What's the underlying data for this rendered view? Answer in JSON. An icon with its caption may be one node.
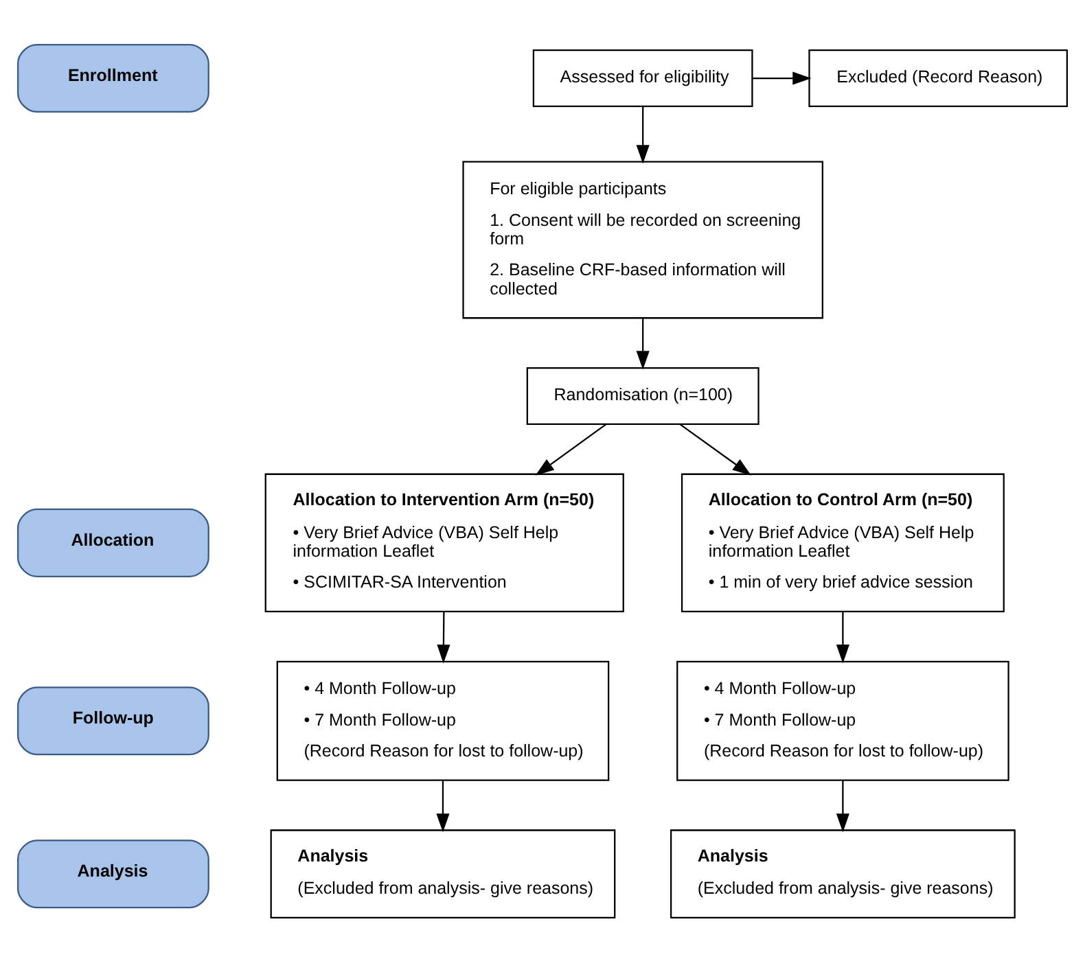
{
  "diagram": {
    "nodes": [
      {
        "text": [
          "Enrollment"
        ]
      },
      {
        "text": [
          "Assessed for eligibility"
        ]
      },
      {
        "text": [
          "Excluded (Record Reason)"
        ]
      },
      {
        "text": [
          "For eligible participants",
          "1. Consent will be recorded on screening form",
          "2. Baseline CRF-based information will collected"
        ]
      },
      {
        "text": [
          "Randomisation (n=100)"
        ]
      },
      {
        "text": [
          "Allocation"
        ]
      },
      {
        "text": [
          "Allocation to Intervention Arm (n=50)",
          "• Very Brief Advice (VBA) Self Help information Leaflet",
          "• SCIMITAR-SA Intervention"
        ]
      },
      {
        "text": [
          "Allocation to Control Arm (n=50)",
          "• Very Brief Advice (VBA) Self Help information Leaflet",
          "• 1 min of very brief advice session"
        ]
      },
      {
        "text": [
          "Follow-up"
        ]
      },
      {
        "text": [
          "• 4 Month Follow-up",
          "• 7 Month Follow-up",
          "(Record Reason for lost to follow-up)"
        ]
      },
      {
        "text": [
          "• 4 Month Follow-up",
          "• 7 Month Follow-up",
          "(Record Reason for lost to follow-up)"
        ]
      },
      {
        "text": [
          "Analysis"
        ]
      },
      {
        "text": [
          "Analysis",
          "(Excluded from analysis- give reasons)"
        ]
      },
      {
        "text": [
          "Analysis",
          "(Excluded from analysis- give reasons)"
        ]
      }
    ],
    "edges": [
      {
        "from": 1,
        "to": 2,
        "arrow": "to"
      },
      {
        "from": 1,
        "to": 3,
        "arrow": "to"
      },
      {
        "from": 3,
        "to": 4,
        "arrow": "to"
      },
      {
        "from": 4,
        "to": 6,
        "arrow": "to"
      },
      {
        "from": 4,
        "to": 7,
        "arrow": "to"
      },
      {
        "from": 6,
        "to": 9,
        "arrow": "to"
      },
      {
        "from": 7,
        "to": 10,
        "arrow": "to"
      },
      {
        "from": 9,
        "to": 12,
        "arrow": "to"
      },
      {
        "from": 10,
        "to": 13,
        "arrow": "to"
      }
    ]
  }
}
